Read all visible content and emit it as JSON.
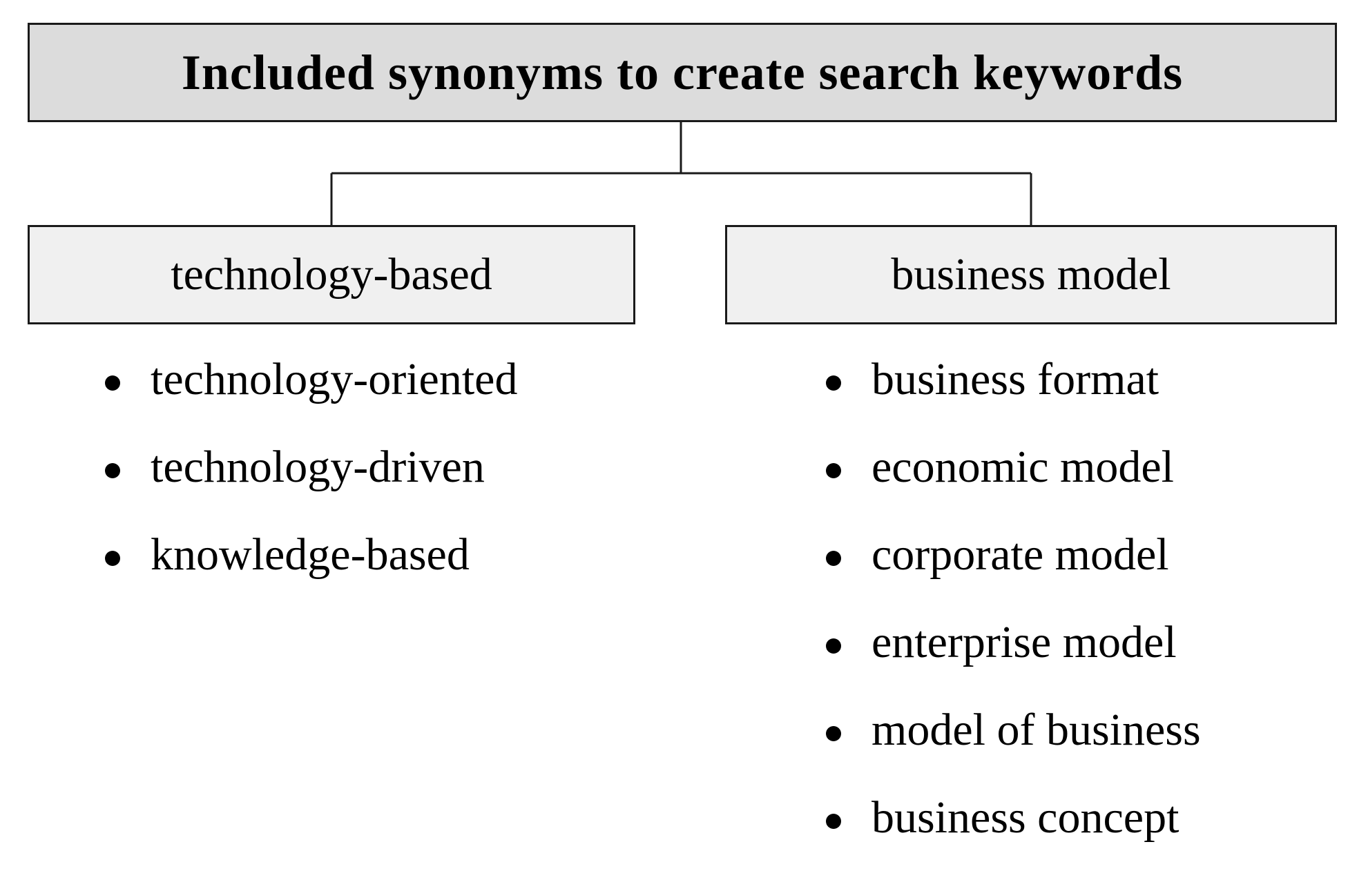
{
  "title": "Included synonyms to create search keywords",
  "categories": [
    {
      "label": "technology-based",
      "synonyms": [
        "technology-oriented",
        "technology-driven",
        "knowledge-based"
      ]
    },
    {
      "label": "business model",
      "synonyms": [
        "business format",
        "economic model",
        "corporate model",
        "enterprise model",
        "model of business",
        "business concept"
      ]
    }
  ],
  "colors": {
    "title_fill": "#dcdcdc",
    "category_fill": "#f0f0f0",
    "border": "#1a1a1a"
  }
}
